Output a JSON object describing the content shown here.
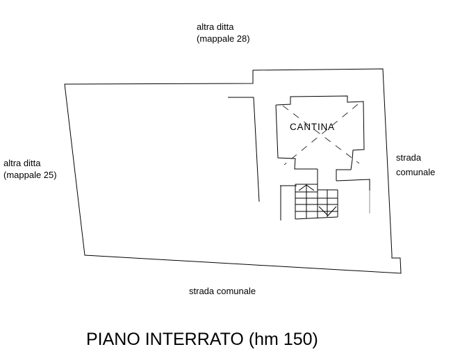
{
  "plan": {
    "room_label": "CANTINA",
    "title": "PIANO INTERRATO (hm 150)",
    "labels": {
      "top": {
        "line1": "altra ditta",
        "line2": "(mappale 28)"
      },
      "left": {
        "line1": "altra ditta",
        "line2": "(mappale 25)"
      },
      "right": {
        "line1": "strada",
        "line2": "comunale"
      },
      "bottom": "strada comunale"
    },
    "colors": {
      "line": "#000000",
      "faded_line": "#909090",
      "background": "#ffffff",
      "text": "#000000"
    }
  }
}
